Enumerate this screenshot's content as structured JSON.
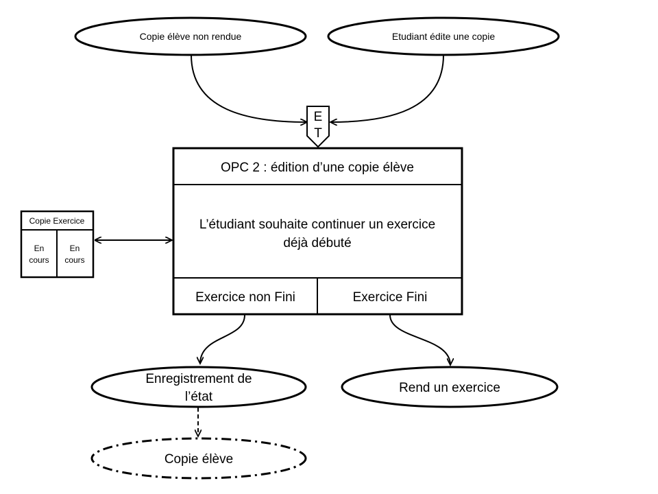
{
  "events_in": {
    "left": "Copie élève non rendue",
    "right": "Etudiant édite une copie"
  },
  "sync_label": [
    "E",
    "T"
  ],
  "operation": {
    "title": "OPC 2 : édition d’une copie élève",
    "body_line1": "L’étudiant souhaite continuer un exercice",
    "body_line2": "déjà débuté",
    "out_left": "Exercice non Fini",
    "out_right": "Exercice Fini"
  },
  "resource": {
    "title": "Copie Exercice",
    "state1": [
      "En",
      "cours"
    ],
    "state2": [
      "En",
      "cours"
    ]
  },
  "events_out": {
    "left_line1": "Enregistrement de",
    "left_line2": "l’état",
    "right": "Rend un exercice"
  },
  "result": {
    "label": "Copie élève"
  }
}
